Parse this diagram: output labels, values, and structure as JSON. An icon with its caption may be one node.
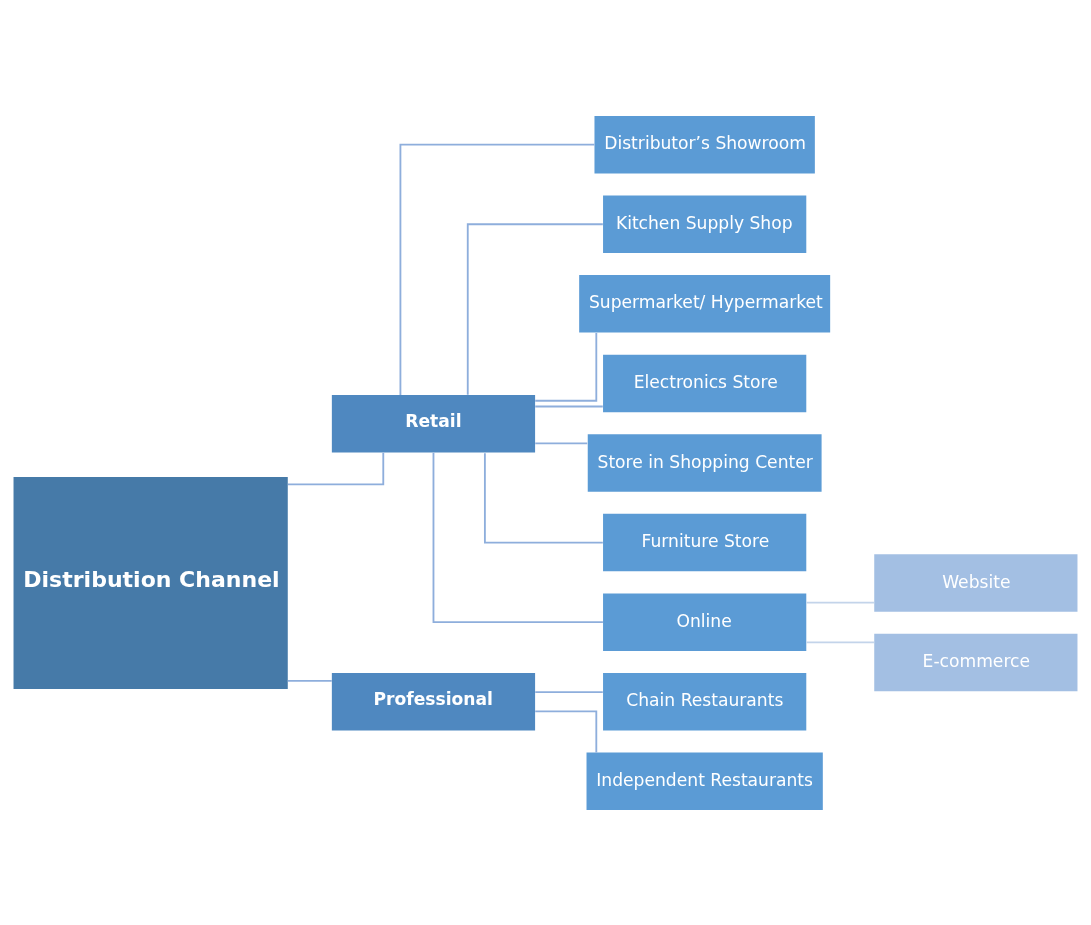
{
  "diagram": {
    "nodes": [
      {
        "text": [
          "Distribution Channel"
        ]
      },
      {
        "text": [
          "Retail"
        ]
      },
      {
        "text": [
          "Professional"
        ]
      },
      {
        "text": [
          "Distributor’s Showroom"
        ]
      },
      {
        "text": [
          "Kitchen Supply Shop"
        ]
      },
      {
        "text": [
          "Supermarket/ Hypermarket"
        ]
      },
      {
        "text": [
          "Electronics Store"
        ]
      },
      {
        "text": [
          "Store in Shopping Center"
        ]
      },
      {
        "text": [
          "Furniture Store"
        ]
      },
      {
        "text": [
          "Online"
        ]
      },
      {
        "text": [
          "Website"
        ]
      },
      {
        "text": [
          "E-commerce"
        ]
      },
      {
        "text": [
          "Chain Restaurants"
        ]
      },
      {
        "text": [
          "Independent Restaurants"
        ]
      }
    ],
    "edges": [
      {
        "from": 0,
        "to": 1,
        "arrow": "none"
      },
      {
        "from": 0,
        "to": 2,
        "arrow": "none"
      },
      {
        "from": 1,
        "to": 3,
        "arrow": "none"
      },
      {
        "from": 1,
        "to": 4,
        "arrow": "none"
      },
      {
        "from": 1,
        "to": 5,
        "arrow": "none"
      },
      {
        "from": 1,
        "to": 6,
        "arrow": "none"
      },
      {
        "from": 1,
        "to": 7,
        "arrow": "none"
      },
      {
        "from": 1,
        "to": 8,
        "arrow": "none"
      },
      {
        "from": 1,
        "to": 9,
        "arrow": "none"
      },
      {
        "from": 9,
        "to": 10,
        "arrow": "none",
        "color": "#c3d4ea"
      },
      {
        "from": 9,
        "to": 11,
        "arrow": "none",
        "color": "#c3d4ea"
      },
      {
        "from": 2,
        "to": 12,
        "arrow": "none"
      },
      {
        "from": 2,
        "to": 13,
        "arrow": "none"
      }
    ]
  }
}
